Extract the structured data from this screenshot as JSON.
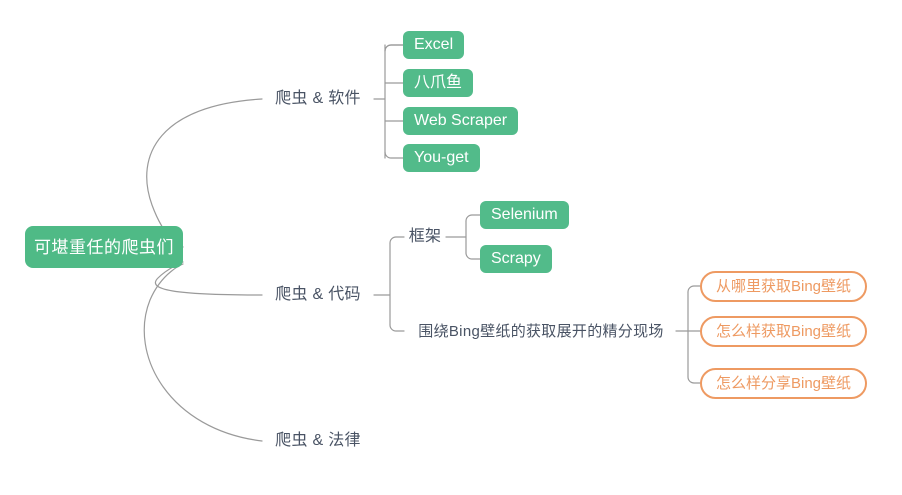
{
  "diagram": {
    "type": "mind-map",
    "title": "可堪重任的爬虫们",
    "colors": {
      "green_fill": "#52bb8a",
      "root_fill": "#4fba86",
      "orange_stroke": "#ee9a62",
      "connector": "#9a9a9a",
      "label_text": "#495364",
      "node_text": "#ffffff",
      "background": "#ffffff"
    },
    "root": {
      "label": "可堪重任的爬虫们",
      "style": "green-filled"
    },
    "branches": [
      {
        "label": "爬虫 & 软件",
        "style": "plain-text",
        "children": [
          {
            "label": "Excel",
            "style": "green-filled"
          },
          {
            "label": "八爪鱼",
            "style": "green-filled"
          },
          {
            "label": "Web Scraper",
            "style": "green-filled"
          },
          {
            "label": "You-get",
            "style": "green-filled"
          }
        ]
      },
      {
        "label": "爬虫 & 代码",
        "style": "plain-text",
        "children": [
          {
            "label": "框架",
            "style": "plain-text",
            "children": [
              {
                "label": "Selenium",
                "style": "green-filled"
              },
              {
                "label": "Scrapy",
                "style": "green-filled"
              }
            ]
          },
          {
            "label": "围绕Bing壁纸的获取展开的精分现场",
            "style": "plain-text",
            "children": [
              {
                "label": "从哪里获取Bing壁纸",
                "style": "orange-outlined"
              },
              {
                "label": "怎么样获取Bing壁纸",
                "style": "orange-outlined"
              },
              {
                "label": "怎么样分享Bing壁纸",
                "style": "orange-outlined"
              }
            ]
          }
        ]
      },
      {
        "label": "爬虫 & 法律",
        "style": "plain-text",
        "children": []
      }
    ]
  }
}
